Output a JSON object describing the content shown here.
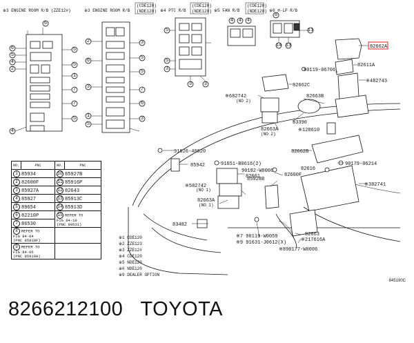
{
  "headers": {
    "h1": "※3 ENGINE ROOM R/B (ZZE12#)",
    "h2": "※3 ENGINE ROOM R/B",
    "h2b1": "(CDE120)",
    "h2b2": "(NDE120)",
    "h3": "※4 PTC R/B",
    "h3b1": "(CDE120)",
    "h3b2": "(NDE120)",
    "h4": "※5 FAN R/B",
    "h4b1": "(CDE120)",
    "h4b2": "(NDE120)",
    "h5": "※6 H-LP R/B"
  },
  "callouts": {
    "n1": "1",
    "n2": "2",
    "n3": "3",
    "n4": "4",
    "n5": "5",
    "n6": "6",
    "n7": "7",
    "n8": "8",
    "n10": "10",
    "n11": "11",
    "n12": "12",
    "n13": "13",
    "n14": "14"
  },
  "parts": {
    "p82662A": "82662A",
    "p82611A": "82611A",
    "p90119_06706": "90119-06706",
    "p82743": "※482743",
    "p82662C": "82662C",
    "p82742a": "※682742",
    "p82742a_n": "(NO 2)",
    "p82663B": "82663B",
    "p83390": "83390",
    "p82663A_top": "82663A",
    "p82663A_top_n": "(NO 2)",
    "p128610": "※128610",
    "p82662B": "82662B",
    "p91626": "91626-40620",
    "p85942": "85942",
    "p91651": "91651-B0616(2)",
    "p90179": "90179-06214",
    "p90182": "90182-W0006",
    "p82616": "82616",
    "p82661": "82661",
    "p82600F": "82600F",
    "p82742b": "※582742",
    "p82742b_n": "(NO 1)",
    "p85928B": "85928B",
    "p82741": "※382741",
    "p82663A_bot": "82663A",
    "p82663A_bot_n": "(NO 1)",
    "p83482": "83482",
    "p90119_W0059": "※7 90119-W0059",
    "p91631": "※9 91631-J0612(X)",
    "p82663": "82663",
    "p17616A": "※217616A",
    "p90177": "※890177-W0006"
  },
  "table": {
    "col_no": "NO.",
    "col_pnc": "PNC",
    "rows": [
      {
        "n1": "1",
        "p1": "85934",
        "n2": "10",
        "p2": "85927B"
      },
      {
        "n1": "2",
        "p1": "82600F",
        "n2": "11",
        "p2": "85916P"
      },
      {
        "n1": "3",
        "p1": "85927A",
        "n2": "12",
        "p2": "82643"
      },
      {
        "n1": "4",
        "p1": "85927",
        "n2": "13",
        "p2": "85913C"
      },
      {
        "n1": "5",
        "p1": "89654",
        "n2": "14",
        "p2": "85913D"
      },
      {
        "n1": "6",
        "p1": "82210P",
        "n2": "15",
        "p2": "REFER TO"
      },
      {
        "n1": "7",
        "p1": "86530",
        "n2": "",
        "p2": ""
      },
      {
        "n1": "8",
        "p1": "REFER TO",
        "n2": "",
        "p2": ""
      },
      {
        "n1": "9",
        "p1": "REFER TO",
        "n2": "",
        "p2": ""
      }
    ],
    "ref15a": "FIG 84-10",
    "ref15b": "(PNC 89531)",
    "ref8a": "FIG 84-04",
    "ref8b": "(PNC 85910F)",
    "ref9a": "FIG 84-05",
    "ref9b": "(PNC 85910A)"
  },
  "legend": [
    {
      "mark": "※1",
      "text": "CDE120"
    },
    {
      "mark": "※2",
      "text": "ZZE123"
    },
    {
      "mark": "※3",
      "text": "ZZE12#"
    },
    {
      "mark": "※4",
      "text": "CDE120"
    },
    {
      "mark": "※5",
      "text": "NDE120"
    },
    {
      "mark": "※6",
      "text": "NDE120"
    },
    {
      "mark": "※9",
      "text": "DEALER OPTION"
    }
  ],
  "code": "845190C",
  "footer": {
    "part_number": "8266212100",
    "brand": "TOYOTA"
  }
}
